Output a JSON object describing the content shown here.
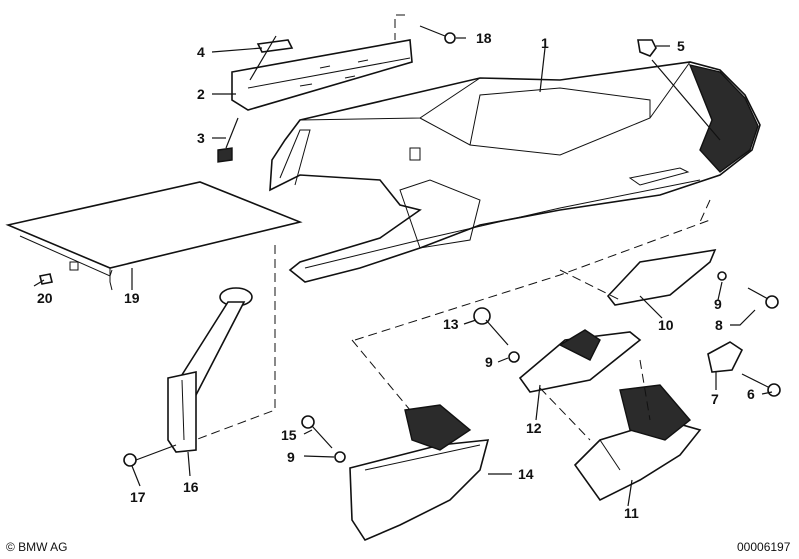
{
  "diagram": {
    "callouts": [
      "1",
      "2",
      "3",
      "4",
      "5",
      "6",
      "7",
      "8",
      "9",
      "10",
      "11",
      "12",
      "13",
      "14",
      "15",
      "16",
      "17",
      "18",
      "19",
      "20"
    ],
    "callout_9_repeats": [
      "9",
      "9",
      "9"
    ],
    "copyright": "© BMW AG",
    "doc_number": "00006197"
  }
}
